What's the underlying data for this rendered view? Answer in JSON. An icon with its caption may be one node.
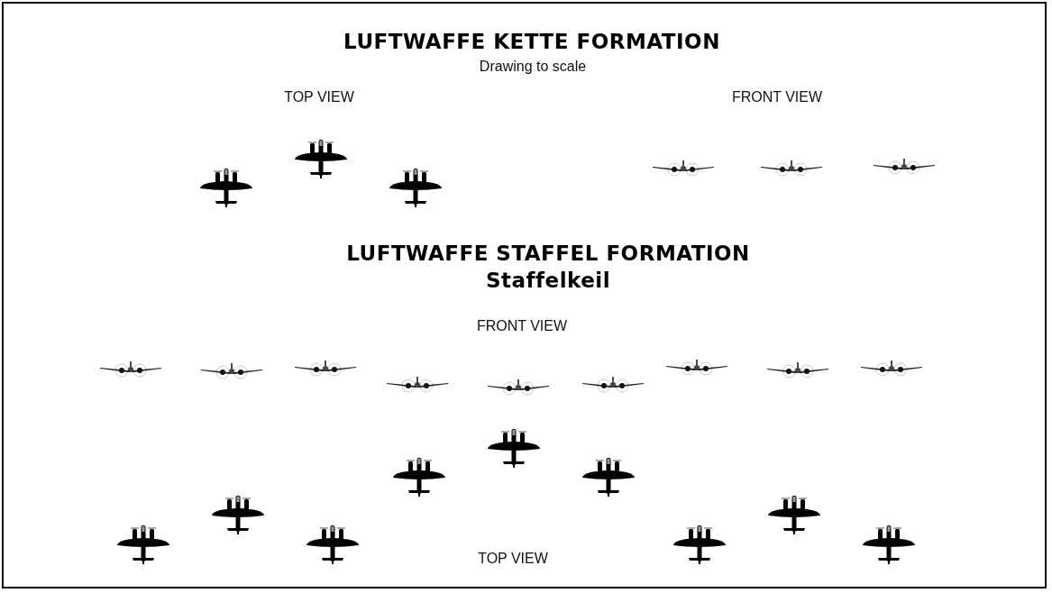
{
  "diagram": {
    "title": "LUFTWAFFE KETTE FORMATION",
    "labels": [
      "Drawing to scale",
      "TOP VIEW",
      "FRONT VIEW",
      "LUFTWAFFE STAFFEL FORMATION",
      "Staffelkeil",
      "FRONT VIEW",
      "TOP VIEW"
    ]
  }
}
